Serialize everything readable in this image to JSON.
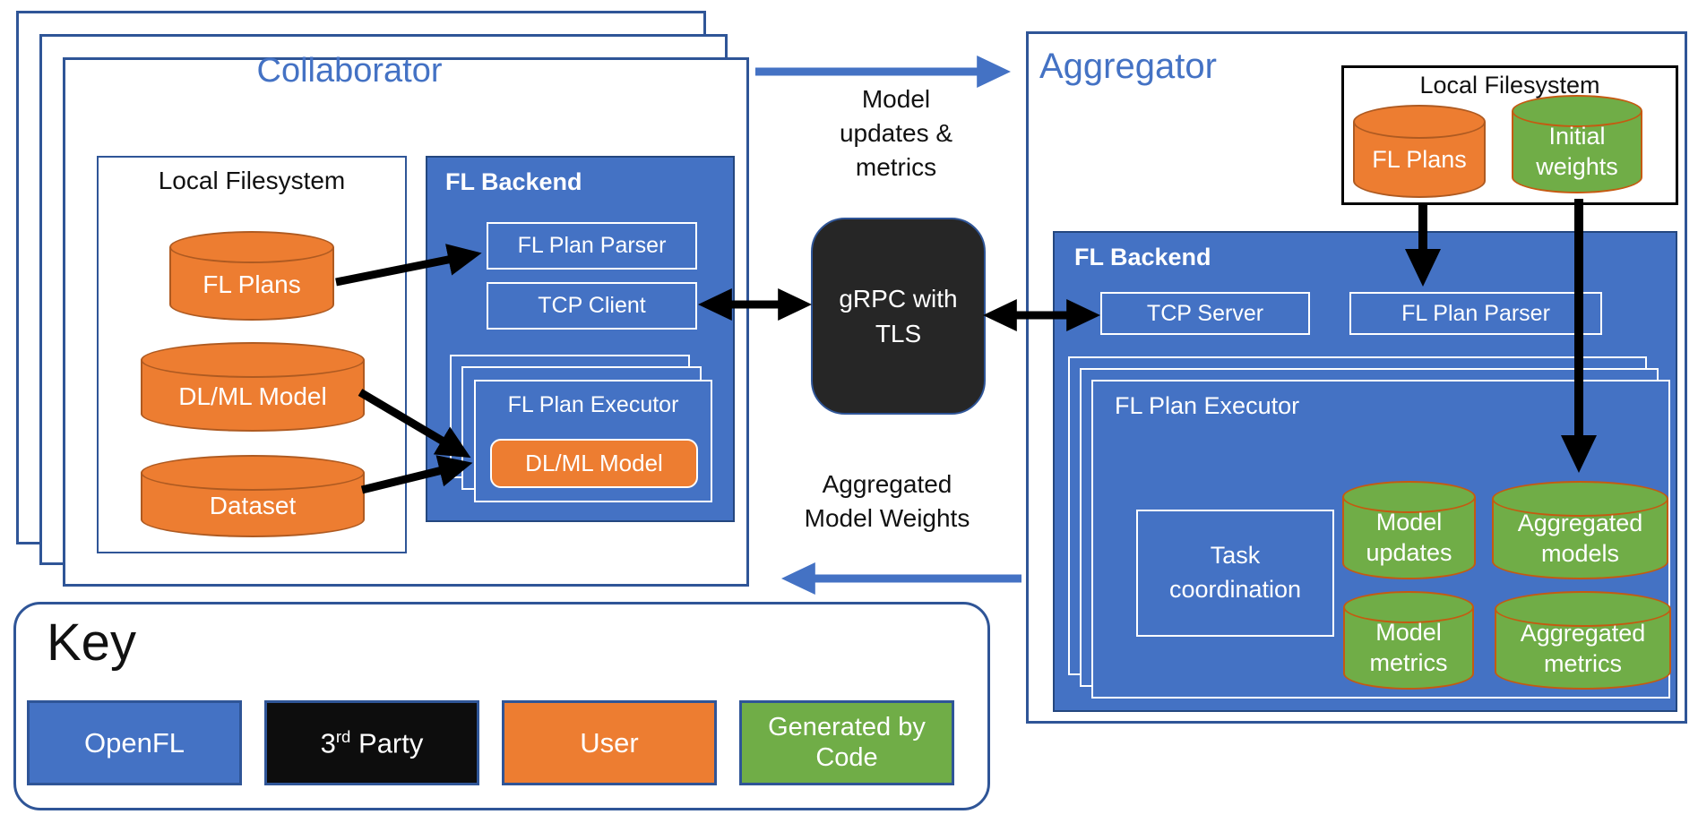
{
  "diagram": {
    "collaborator": {
      "title": "Collaborator",
      "local_filesystem": {
        "title": "Local Filesystem",
        "fl_plans": "FL Plans",
        "dl_ml_model": "DL/ML Model",
        "dataset": "Dataset"
      },
      "fl_backend": {
        "title": "FL Backend",
        "fl_plan_parser": "FL Plan Parser",
        "tcp_client": "TCP Client",
        "fl_plan_executor": {
          "title": "FL Plan Executor",
          "dl_ml_model": "DL/ML Model"
        }
      }
    },
    "connection": {
      "model_updates_label": "Model updates & metrics",
      "grpc_label": "gRPC with TLS",
      "aggregated_weights_label": "Aggregated Model Weights"
    },
    "aggregator": {
      "title": "Aggregator",
      "local_filesystem": {
        "title": "Local Filesystem",
        "fl_plans": "FL Plans",
        "initial_weights": "Initial weights"
      },
      "fl_backend": {
        "title": "FL Backend",
        "tcp_server": "TCP Server",
        "fl_plan_parser": "FL Plan Parser",
        "fl_plan_executor": {
          "title": "FL Plan Executor",
          "task_coordination": "Task coordination",
          "model_updates": "Model updates",
          "aggregated_models": "Aggregated models",
          "model_metrics": "Model metrics",
          "aggregated_metrics": "Aggregated metrics"
        }
      }
    },
    "key": {
      "title": "Key",
      "items": [
        {
          "label": "OpenFL",
          "color": "#4472C4"
        },
        {
          "label_base": "3",
          "label_sup": "rd",
          "label_rest": " Party",
          "color": "#0D0D0D"
        },
        {
          "label": "User",
          "color": "#ED7D31"
        },
        {
          "label": "Generated by Code",
          "color": "#70AD47"
        }
      ]
    },
    "colors": {
      "openfl_blue": "#4472C4",
      "border_blue": "#2F5597",
      "user_orange": "#ED7D31",
      "generated_green": "#70AD47",
      "third_party_black": "#0D0D0D",
      "grpc_dark": "#262626"
    }
  }
}
